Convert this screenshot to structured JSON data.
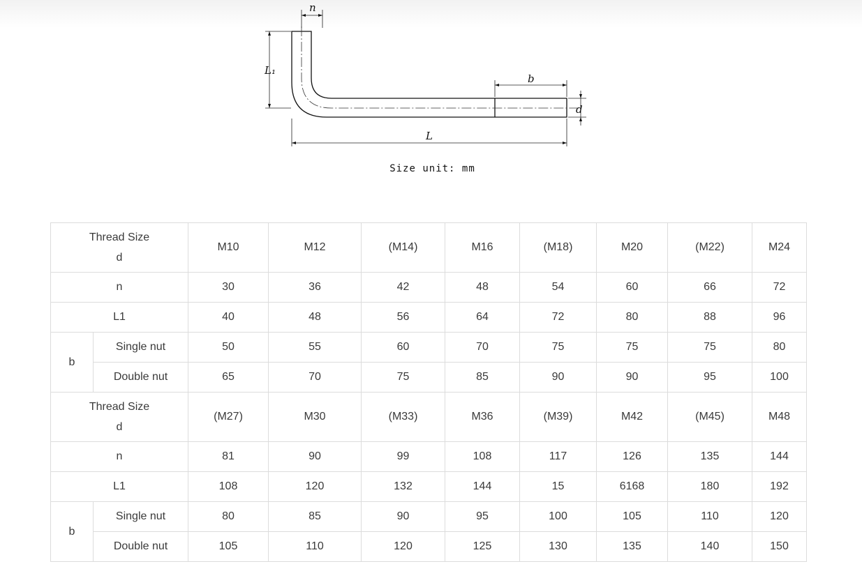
{
  "drawing": {
    "labels": {
      "n": "n",
      "L1": "L₁",
      "b": "b",
      "d": "d",
      "L": "L"
    },
    "caption": "Size unit: mm"
  },
  "table": {
    "header_label": "Thread Size",
    "header_sub": "d",
    "row_n": "n",
    "row_L1": "L1",
    "row_b": "b",
    "row_single": "Single nut",
    "row_double": "Double nut",
    "blocks": [
      {
        "sizes": [
          "M10",
          "M12",
          "(M14)",
          "M16",
          "(M18)",
          "M20",
          "(M22)",
          "M24"
        ],
        "n": [
          "30",
          "36",
          "42",
          "48",
          "54",
          "60",
          "66",
          "72"
        ],
        "L1": [
          "40",
          "48",
          "56",
          "64",
          "72",
          "80",
          "88",
          "96"
        ],
        "single": [
          "50",
          "55",
          "60",
          "70",
          "75",
          "75",
          "75",
          "80"
        ],
        "double": [
          "65",
          "70",
          "75",
          "85",
          "90",
          "90",
          "95",
          "100"
        ]
      },
      {
        "sizes": [
          "(M27)",
          "M30",
          "(M33)",
          "M36",
          "(M39)",
          "M42",
          "(M45)",
          "M48"
        ],
        "n": [
          "81",
          "90",
          "99",
          "108",
          "117",
          "126",
          "135",
          "144"
        ],
        "L1": [
          "108",
          "120",
          "132",
          "144",
          "15",
          "6168",
          "180",
          "192"
        ],
        "single": [
          "80",
          "85",
          "90",
          "95",
          "100",
          "105",
          "110",
          "120"
        ],
        "double": [
          "105",
          "110",
          "120",
          "125",
          "130",
          "135",
          "140",
          "150"
        ]
      }
    ]
  }
}
